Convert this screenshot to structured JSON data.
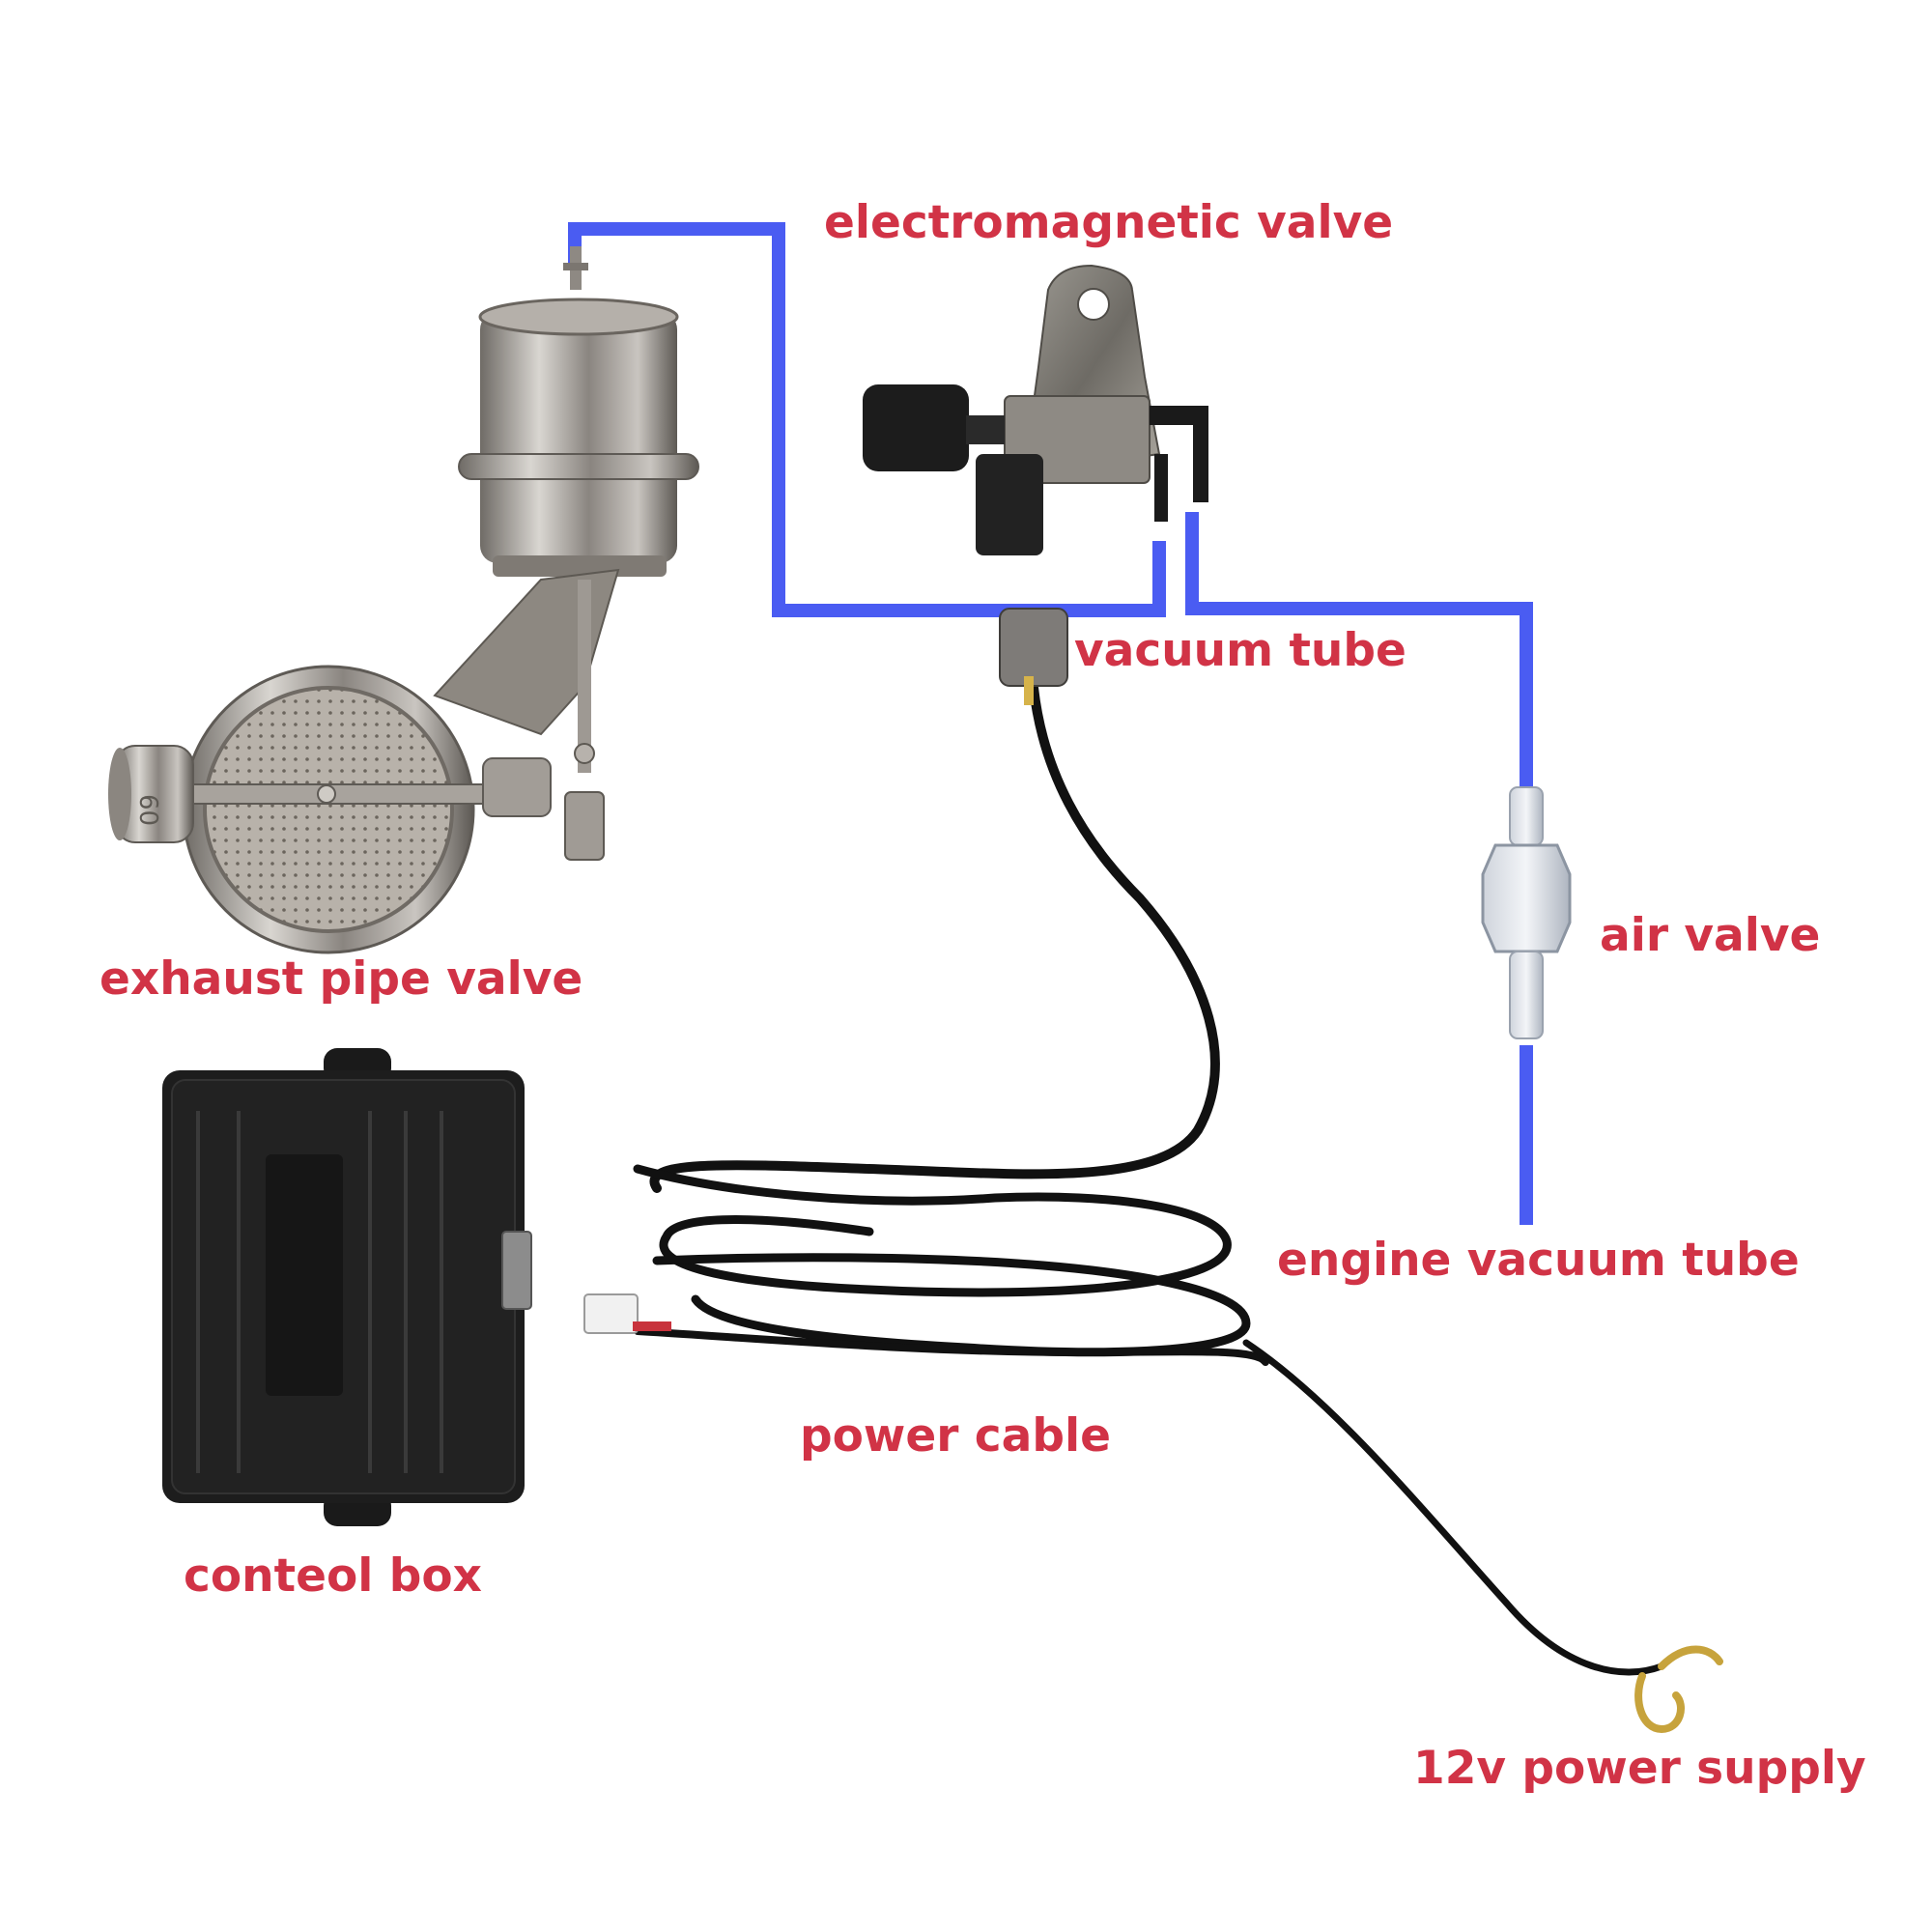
{
  "colors": {
    "label": "#d13346",
    "tube": "#4a5cf2",
    "cable": "#111111",
    "metal": "#a7a39e",
    "black_plastic": "#1c1c1c"
  },
  "components": {
    "electromagnetic_valve": "electromagnetic valve",
    "vacuum_tube": "vacuum tube",
    "air_valve": "air valve",
    "engine_vacuum_tube": "engine vacuum tube",
    "exhaust_pipe_valve": "exhaust pipe valve",
    "power_cable": "power cable",
    "control_box": "conteol box",
    "power_supply": "12v power supply"
  },
  "valve_marking": "60"
}
